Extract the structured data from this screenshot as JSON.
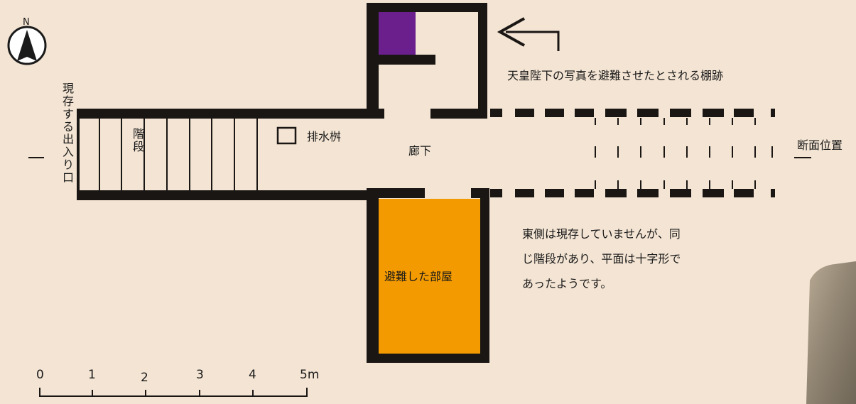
{
  "compass": {
    "north_label": "N",
    "icon": "north-arrow-icon"
  },
  "labels": {
    "entrance": "現存する出入り口",
    "stairs": "階段",
    "drain": "排水桝",
    "corridor": "廊下",
    "shelf_note": "天皇陛下の写真を避難させたとされる棚跡",
    "section": "断面位置",
    "room": "避難した部屋",
    "east_note_lines": [
      "東側は現存していませんが、同",
      "じ階段があり、平面は十字形で",
      "あったようです。"
    ]
  },
  "scale_bar": {
    "ticks": [
      "0",
      "1",
      "2",
      "3",
      "4"
    ],
    "last": "5m"
  },
  "colors": {
    "background": "#f3e4d3",
    "wall": "#1a1614",
    "room_fill": "#f39a00",
    "shelf_fill": "#6a1f8c"
  }
}
